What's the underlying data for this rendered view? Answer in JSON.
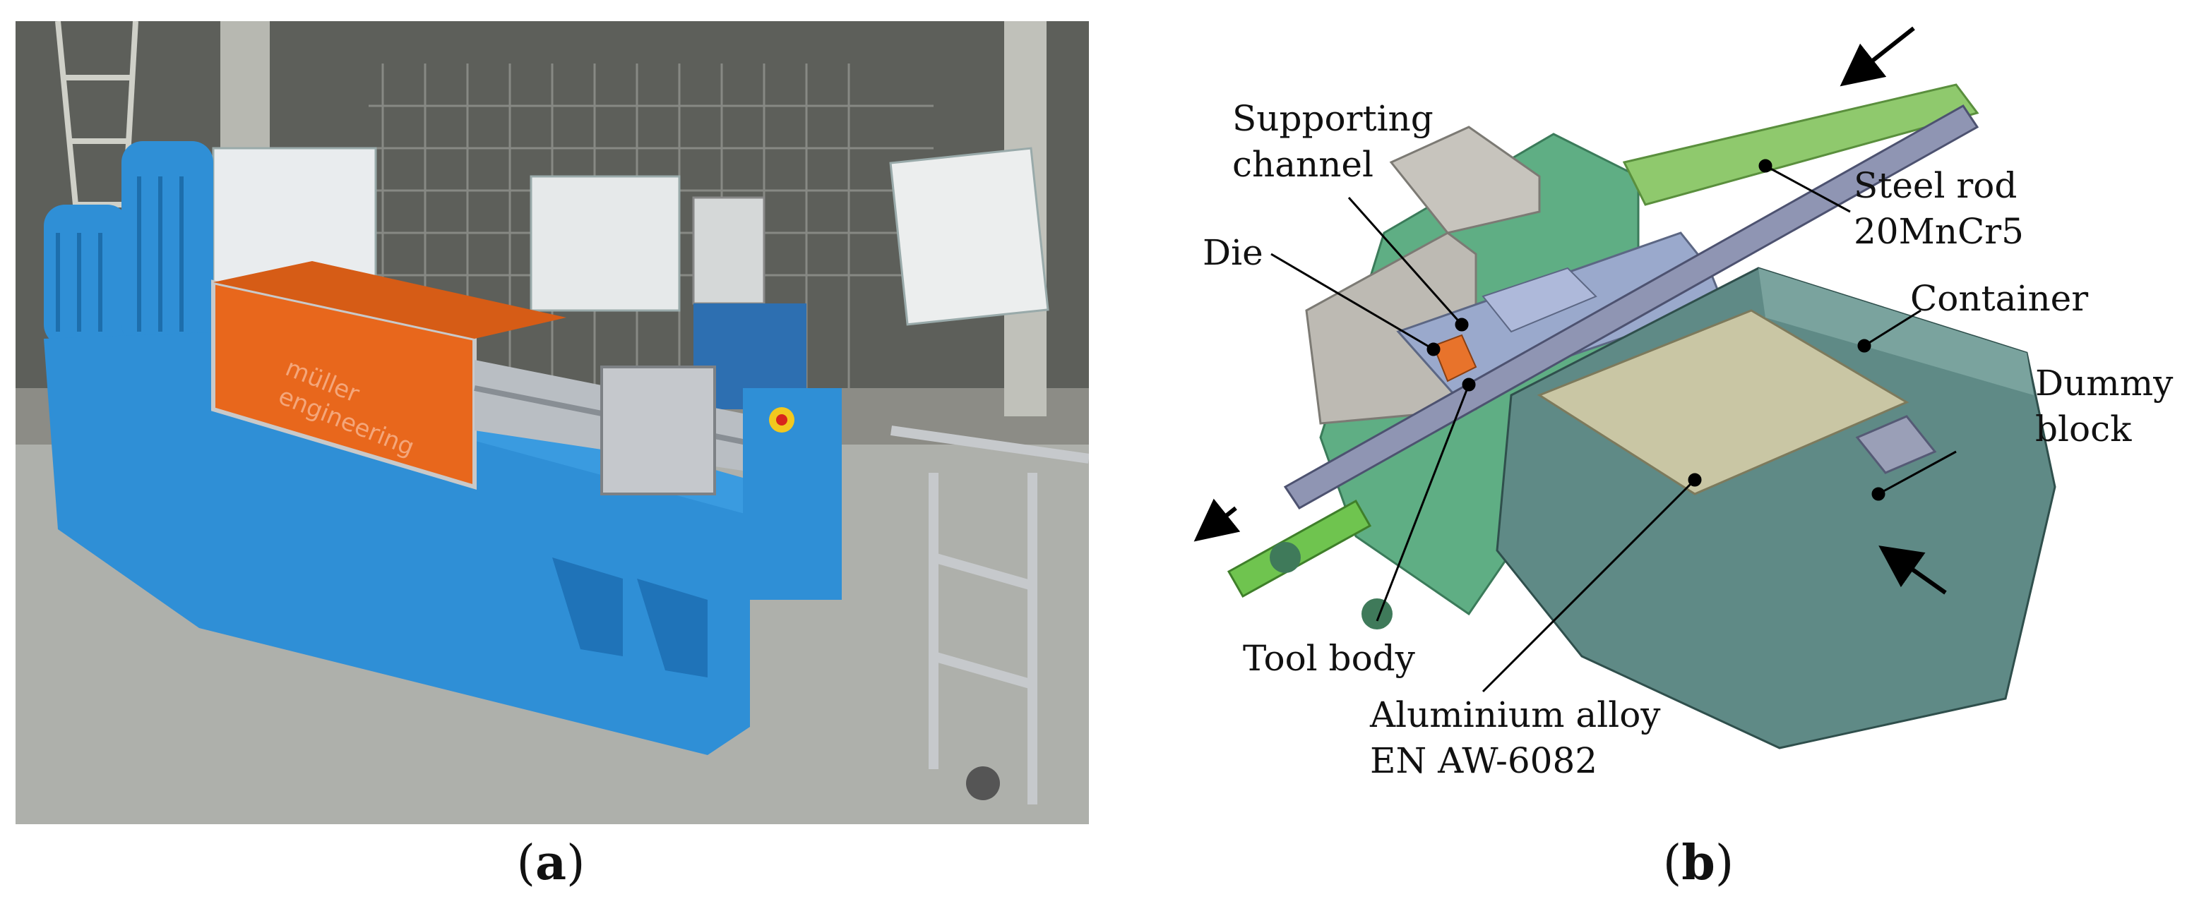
{
  "panel_a": {
    "caption_open": "(",
    "caption_letter": "a",
    "caption_close": ")",
    "machine_brand_line1": "müller",
    "machine_brand_line2": "engineering"
  },
  "panel_b": {
    "caption_open": "(",
    "caption_letter": "b",
    "caption_close": ")",
    "labels": {
      "supporting_channel_1": "Supporting",
      "supporting_channel_2": "channel",
      "die": "Die",
      "steel_rod_1": "Steel rod",
      "steel_rod_2": "20MnCr5",
      "container": "Container",
      "dummy_block_1": "Dummy",
      "dummy_block_2": "block",
      "tool_body": "Tool body",
      "aluminium_1": "Aluminium alloy",
      "aluminium_2": "EN AW-6082"
    }
  },
  "colors": {
    "machine_blue": "#2f8fd6",
    "hood_orange": "#e8671c",
    "tool_green": "#5fae84",
    "container_teal": "#5f8a86",
    "rod_steel": "#8f95b3",
    "billet_tan": "#c9c6a4"
  }
}
